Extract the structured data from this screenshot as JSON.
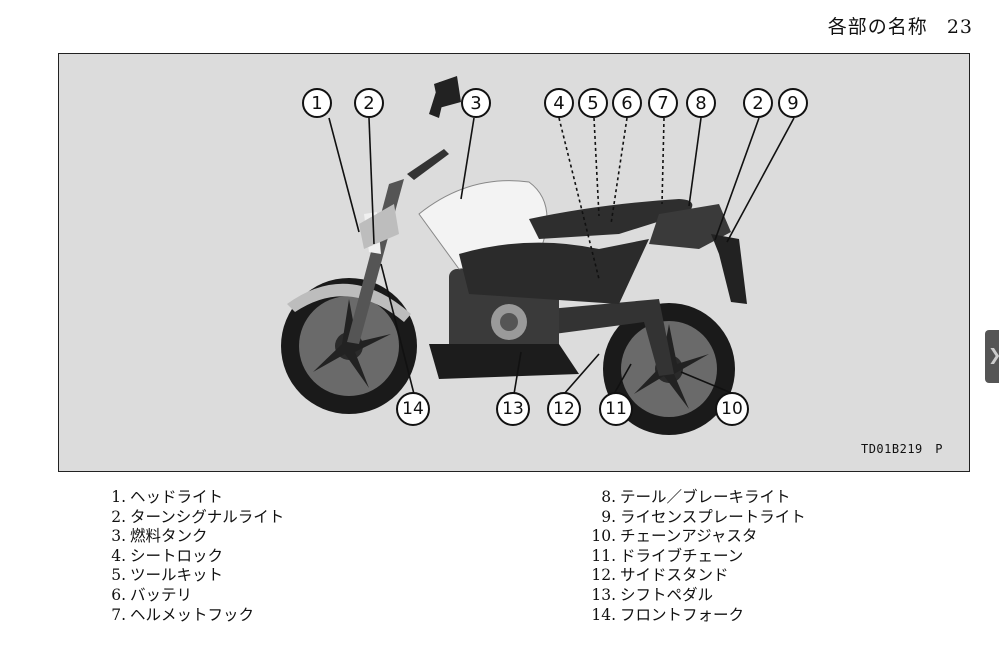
{
  "header": {
    "title": "各部の名称",
    "page_number": "23"
  },
  "figure": {
    "code": "TD01B219　P",
    "callouts": [
      "1",
      "2",
      "3",
      "4",
      "5",
      "6",
      "7",
      "8",
      "2",
      "9",
      "14",
      "13",
      "12",
      "11",
      "10"
    ]
  },
  "legend": {
    "column1": [
      {
        "num": "1.",
        "label": "ヘッドライト"
      },
      {
        "num": "2.",
        "label": "ターンシグナルライト"
      },
      {
        "num": "3.",
        "label": "燃料タンク"
      },
      {
        "num": "4.",
        "label": "シートロック"
      },
      {
        "num": "5.",
        "label": "ツールキット"
      },
      {
        "num": "6.",
        "label": "バッテリ"
      },
      {
        "num": "7.",
        "label": "ヘルメットフック"
      }
    ],
    "column2": [
      {
        "num": "8.",
        "label": "テール／ブレーキライト"
      },
      {
        "num": "9.",
        "label": "ライセンスプレートライト"
      },
      {
        "num": "10.",
        "label": "チェーンアジャスタ"
      },
      {
        "num": "11.",
        "label": "ドライブチェーン"
      },
      {
        "num": "12.",
        "label": "サイドスタンド"
      },
      {
        "num": "13.",
        "label": "シフトペダル"
      },
      {
        "num": "14.",
        "label": "フロントフォーク"
      }
    ]
  },
  "side_tab": {
    "glyph": "❯"
  }
}
